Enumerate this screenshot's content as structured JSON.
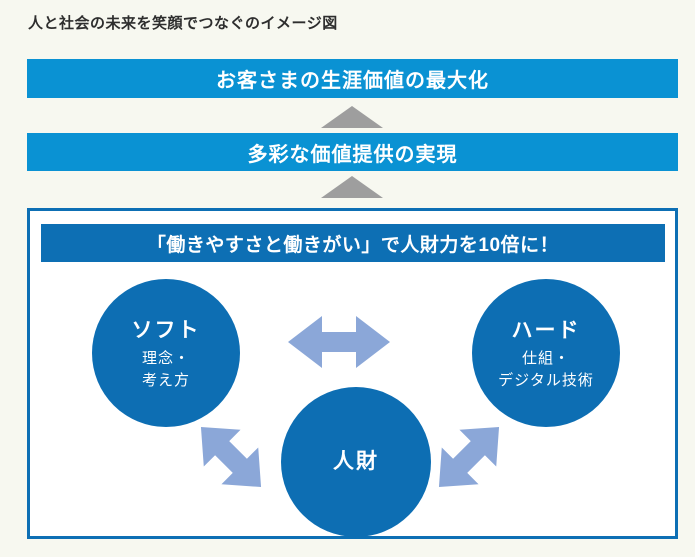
{
  "title": "人と社会の未来を笑顔でつなぐのイメージ図",
  "bars": [
    {
      "label": "お客さまの生涯価値の最大化"
    },
    {
      "label": "多彩な価値提供の実現"
    }
  ],
  "box": {
    "header": "「働きやすさと働きがい」で人財力を10倍に！",
    "circles": [
      {
        "id": "soft",
        "title": "ソフト",
        "lines": [
          "理念・",
          "考え方"
        ]
      },
      {
        "id": "hard",
        "title": "ハード",
        "lines": [
          "仕組・",
          "デジタル技術"
        ]
      },
      {
        "id": "jinzai",
        "title": "人財",
        "lines": []
      }
    ]
  },
  "icons": {
    "up_triangle": "upward flow arrow",
    "double_arrow_horizontal": "two-way relationship arrow",
    "double_arrow_diagonal_left": "two-way relationship arrow",
    "double_arrow_diagonal_right": "two-way relationship arrow"
  },
  "colors": {
    "light_blue_bar": "#0a92d3",
    "dark_blue": "#0d6fb4",
    "circle_blue": "#0d6eb3",
    "arrow_blue": "#8ba7d8",
    "triangle_gray": "#9e9e9e",
    "background": "#f7f8f0",
    "panel": "#ffffff"
  }
}
